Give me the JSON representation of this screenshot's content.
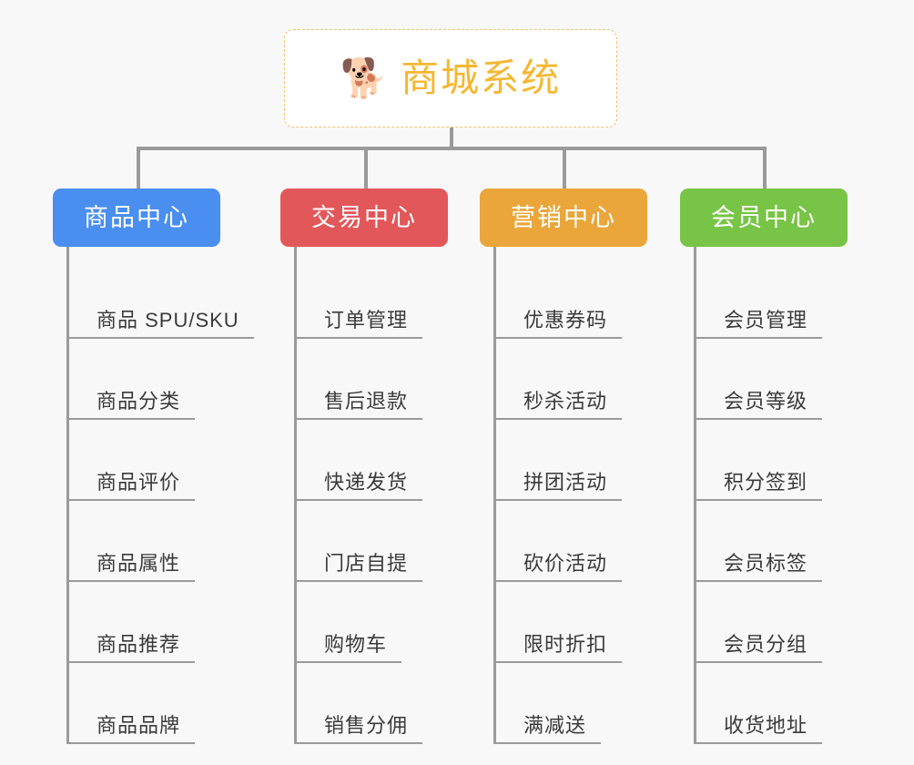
{
  "diagram": {
    "background_color": "#f8f8f8",
    "root": {
      "icon": "shiba-dog-face-icon",
      "emoji": "🐕",
      "title": "商城系统",
      "title_color": "#f5b731",
      "border_color": "#f2c16b"
    },
    "connector_color": "#9a9a9a",
    "categories": [
      {
        "label": "商品中心",
        "color": "#4a8ef0",
        "items": [
          "商品 SPU/SKU",
          "商品分类",
          "商品评价",
          "商品属性",
          "商品推荐",
          "商品品牌"
        ]
      },
      {
        "label": "交易中心",
        "color": "#e2585a",
        "items": [
          "订单管理",
          "售后退款",
          "快递发货",
          "门店自提",
          "购物车",
          "销售分佣"
        ]
      },
      {
        "label": "营销中心",
        "color": "#eaa63a",
        "items": [
          "优惠券码",
          "秒杀活动",
          "拼团活动",
          "砍价活动",
          "限时折扣",
          "满减送"
        ]
      },
      {
        "label": "会员中心",
        "color": "#78c446",
        "items": [
          "会员管理",
          "会员等级",
          "积分签到",
          "会员标签",
          "会员分组",
          "收货地址"
        ]
      }
    ]
  }
}
